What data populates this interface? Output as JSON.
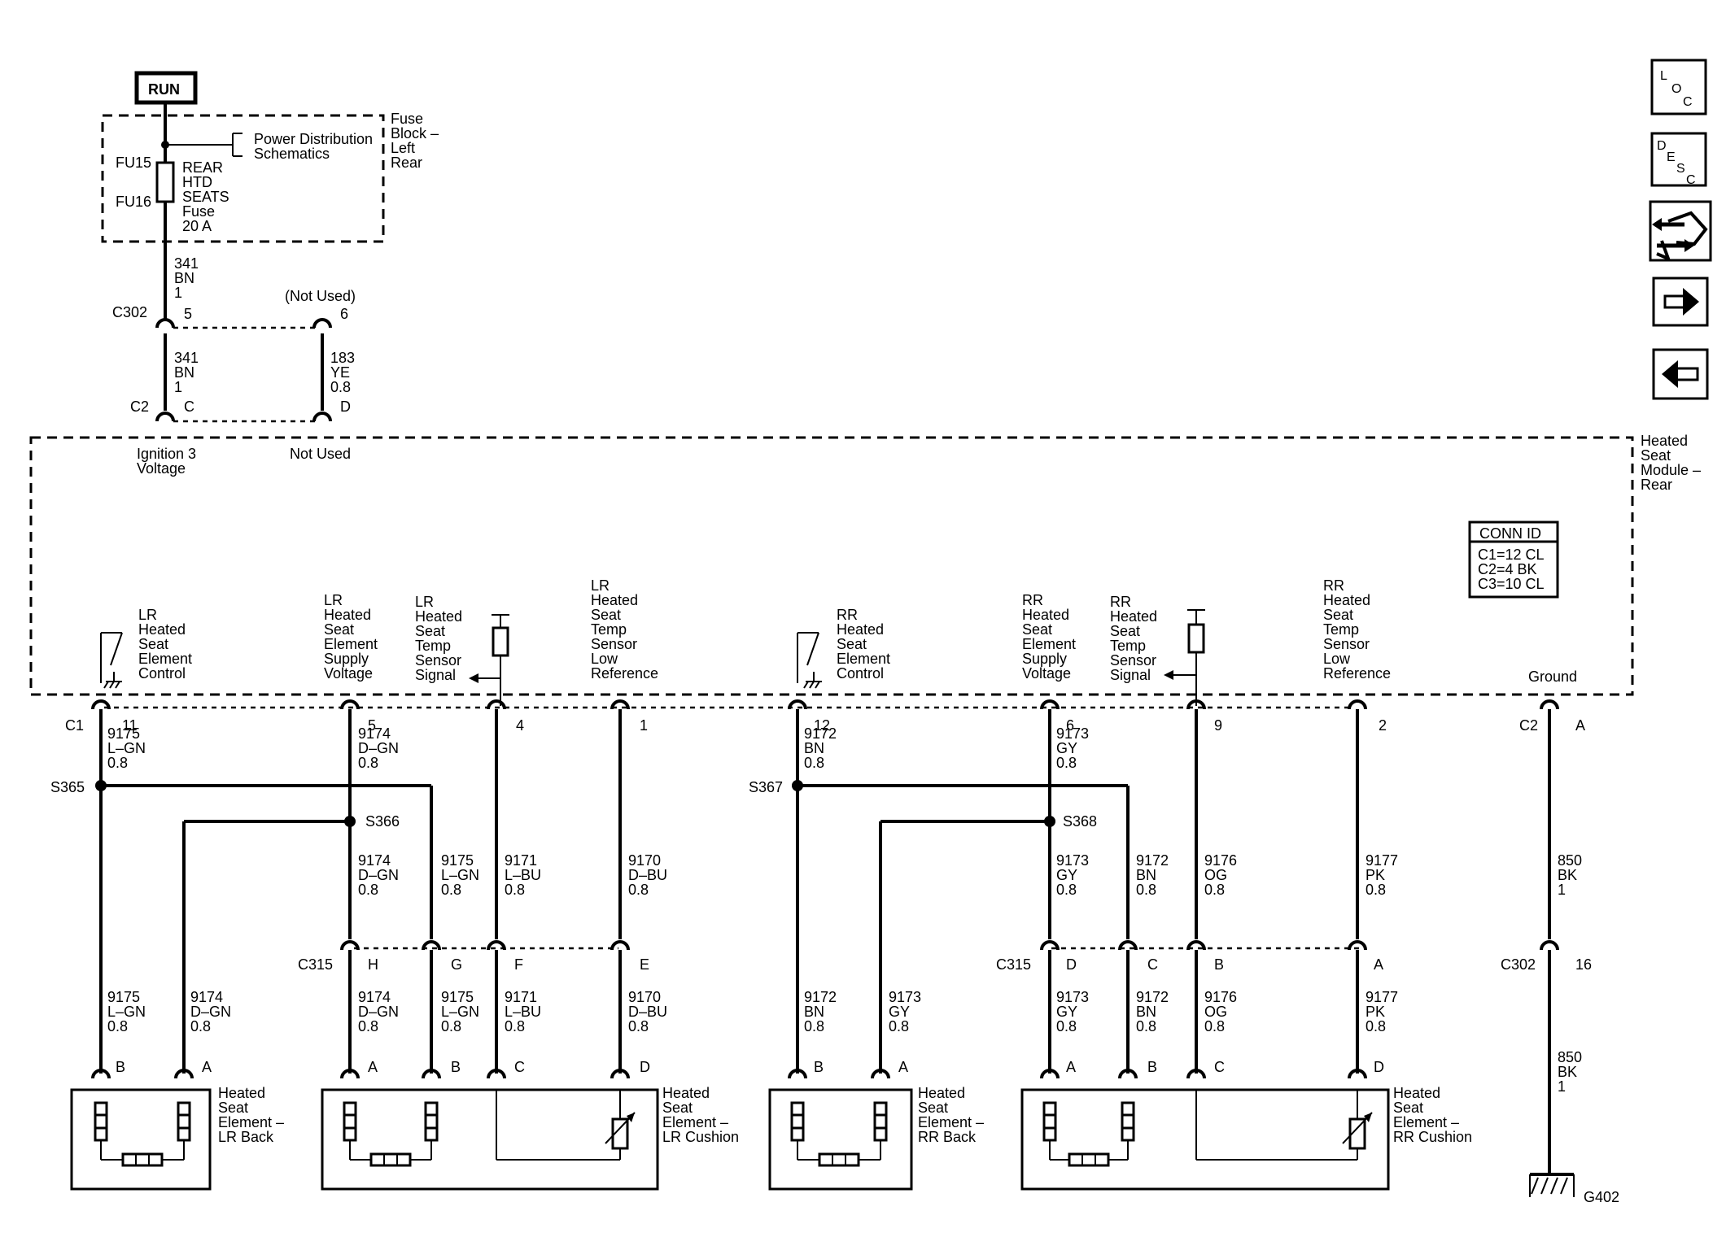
{
  "run_label": "RUN",
  "fuse_block": {
    "title_lines": [
      "Fuse",
      "Block –",
      "Left",
      "Rear"
    ],
    "link_lines": [
      "Power Distribution",
      "Schematics"
    ],
    "fu15": "FU15",
    "fu16": "FU16",
    "fuse_lines": [
      "REAR",
      "HTD",
      "SEATS",
      "Fuse",
      "20 A"
    ]
  },
  "wire_341_top": [
    "341",
    "BN",
    "1"
  ],
  "c302": {
    "id": "C302",
    "pin5": "5",
    "pin6": "6",
    "not_used": "(Not Used)"
  },
  "wire_341_mid": [
    "341",
    "BN",
    "1"
  ],
  "wire_183": [
    "183",
    "YE",
    "0.8"
  ],
  "c2_top": {
    "id": "C2",
    "pinC": "C",
    "pinD": "D"
  },
  "module": {
    "title_lines": [
      "Heated",
      "Seat",
      "Module –",
      "Rear"
    ],
    "ignition_lines": [
      "Ignition 3",
      "Voltage"
    ],
    "not_used": "Not Used",
    "conn_id_title": "CONN ID",
    "conn_id_lines": [
      "C1=12 CL",
      "C2=4 BK",
      "C3=10 CL"
    ],
    "labels": {
      "lr_ctrl": [
        "LR",
        "Heated",
        "Seat",
        "Element",
        "Control"
      ],
      "lr_supply": [
        "LR",
        "Heated",
        "Seat",
        "Element",
        "Supply",
        "Voltage"
      ],
      "lr_temp_signal": [
        "LR",
        "Heated",
        "Seat",
        "Temp",
        "Sensor",
        "Signal"
      ],
      "lr_temp_low": [
        "LR",
        "Heated",
        "Seat",
        "Temp",
        "Sensor",
        "Low",
        "Reference"
      ],
      "rr_ctrl": [
        "RR",
        "Heated",
        "Seat",
        "Element",
        "Control"
      ],
      "rr_supply": [
        "RR",
        "Heated",
        "Seat",
        "Element",
        "Supply",
        "Voltage"
      ],
      "rr_temp_signal": [
        "RR",
        "Heated",
        "Seat",
        "Temp",
        "Sensor",
        "Signal"
      ],
      "rr_temp_low": [
        "RR",
        "Heated",
        "Seat",
        "Temp",
        "Sensor",
        "Low",
        "Reference"
      ],
      "ground": [
        "Ground"
      ]
    }
  },
  "c1_label": "C1",
  "c1_pins": [
    "11",
    "5",
    "4",
    "1",
    "12",
    "6",
    "9",
    "2"
  ],
  "c2_bottom": {
    "id": "C2",
    "pinA": "A"
  },
  "upper_wires": {
    "w9175": [
      "9175",
      "L–GN",
      "0.8"
    ],
    "w9174": [
      "9174",
      "D–GN",
      "0.8"
    ],
    "w9172": [
      "9172",
      "BN",
      "0.8"
    ],
    "w9173": [
      "9173",
      "GY",
      "0.8"
    ]
  },
  "splices": {
    "s365": "S365",
    "s366": "S366",
    "s367": "S367",
    "s368": "S368"
  },
  "mid_wires": {
    "w9174": [
      "9174",
      "D–GN",
      "0.8"
    ],
    "w9175": [
      "9175",
      "L–GN",
      "0.8"
    ],
    "w9171": [
      "9171",
      "L–BU",
      "0.8"
    ],
    "w9170": [
      "9170",
      "D–BU",
      "0.8"
    ],
    "w9173": [
      "9173",
      "GY",
      "0.8"
    ],
    "w9172": [
      "9172",
      "BN",
      "0.8"
    ],
    "w9176": [
      "9176",
      "OG",
      "0.8"
    ],
    "w9177": [
      "9177",
      "PK",
      "0.8"
    ],
    "w850": [
      "850",
      "BK",
      "1"
    ]
  },
  "c315_left": {
    "id": "C315",
    "pins": [
      "H",
      "G",
      "F",
      "E"
    ]
  },
  "c315_right": {
    "id": "C315",
    "pins": [
      "D",
      "C",
      "B",
      "A"
    ]
  },
  "c302_bottom": {
    "id": "C302",
    "pin": "16"
  },
  "lower_wires": {
    "lr_back_9175": [
      "9175",
      "L–GN",
      "0.8"
    ],
    "lr_back_9174": [
      "9174",
      "D–GN",
      "0.8"
    ],
    "lr_cush_9174": [
      "9174",
      "D–GN",
      "0.8"
    ],
    "lr_cush_9175": [
      "9175",
      "L–GN",
      "0.8"
    ],
    "lr_cush_9171": [
      "9171",
      "L–BU",
      "0.8"
    ],
    "lr_cush_9170": [
      "9170",
      "D–BU",
      "0.8"
    ],
    "rr_back_9172": [
      "9172",
      "BN",
      "0.8"
    ],
    "rr_back_9173": [
      "9173",
      "GY",
      "0.8"
    ],
    "rr_cush_9173": [
      "9173",
      "GY",
      "0.8"
    ],
    "rr_cush_9172": [
      "9172",
      "BN",
      "0.8"
    ],
    "rr_cush_9176": [
      "9176",
      "OG",
      "0.8"
    ],
    "rr_cush_9177": [
      "9177",
      "PK",
      "0.8"
    ],
    "w850": [
      "850",
      "BK",
      "1"
    ]
  },
  "element_pins": {
    "lr_back": [
      "B",
      "A"
    ],
    "lr_cush": [
      "A",
      "B",
      "C",
      "D"
    ],
    "rr_back": [
      "B",
      "A"
    ],
    "rr_cush": [
      "A",
      "B",
      "C",
      "D"
    ]
  },
  "elements": {
    "lr_back": [
      "Heated",
      "Seat",
      "Element –",
      "LR Back"
    ],
    "lr_cush": [
      "Heated",
      "Seat",
      "Element –",
      "LR Cushion"
    ],
    "rr_back": [
      "Heated",
      "Seat",
      "Element –",
      "RR Back"
    ],
    "rr_cush": [
      "Heated",
      "Seat",
      "Element –",
      "RR Cushion"
    ]
  },
  "ground_id": "G402",
  "nav": {
    "loc": [
      "L",
      "O",
      "C"
    ],
    "desc": [
      "D",
      "E",
      "S",
      "C"
    ],
    "icons": [
      "connector-end-view-icon",
      "arrow-right-icon",
      "arrow-left-icon"
    ]
  }
}
